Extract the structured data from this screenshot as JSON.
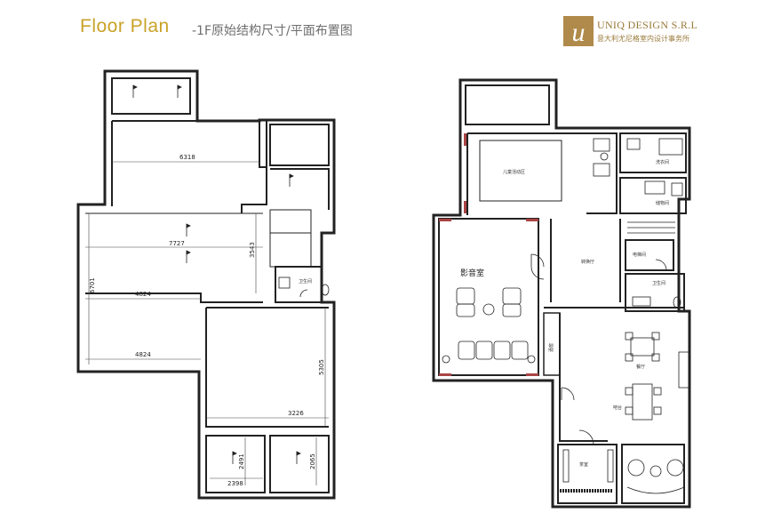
{
  "header": {
    "title": "Floor Plan",
    "subtitle": "-1F原始结构尺寸/平面布置图"
  },
  "logo": {
    "name": "UNIQ DESIGN S.R.L",
    "tagline": "意大利尤尼格室内设计事务所",
    "color": "#9a7a3a"
  },
  "colors": {
    "title": "#c9a227",
    "subtitle": "#6e6e6e",
    "wall": "#222222"
  },
  "original_plan": {
    "dimensions": {
      "d6318": "6318",
      "d7727": "7727",
      "d4824_top": "4824",
      "d4824_bottom": "4824",
      "d6701": "6701",
      "d3543": "3543",
      "d5305": "5305",
      "d3226": "3226",
      "d2491": "2491",
      "d2398": "2398",
      "d2065": "2065"
    },
    "toilet_label": "卫生间"
  },
  "layout_plan": {
    "rooms": {
      "kids_area": "儿童活动区",
      "laundry": "洗衣间",
      "storage": "储物间",
      "home_theater": "影音室",
      "corridor": "转换厅",
      "elevator": "电梯间",
      "toilet": "卫生间",
      "dining": "餐厅",
      "wine_cellar": "酒窖",
      "tea_room": "茶室",
      "bar": "吧台"
    }
  }
}
